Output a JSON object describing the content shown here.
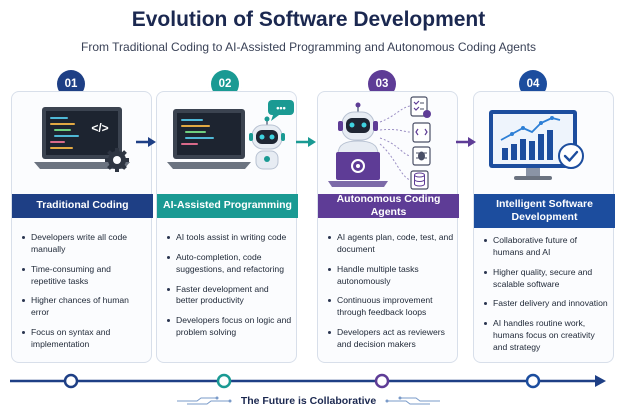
{
  "header": {
    "title": "Evolution of Software Development",
    "subtitle": "From Traditional Coding to AI-Assisted Programming and Autonomous Coding Agents"
  },
  "stages": [
    {
      "number": "01",
      "title": "Traditional Coding",
      "color": "#1e3f85",
      "bullets": [
        "Developers write all code manually",
        "Time-consuming and repetitive tasks",
        "Higher chances of human error",
        "Focus on syntax and implementation"
      ]
    },
    {
      "number": "02",
      "title": "AI-Assisted Programming",
      "color": "#1a9a93",
      "bullets": [
        "AI tools assist in writing code",
        "Auto-completion, code suggestions, and refactoring",
        "Faster development and better productivity",
        "Developers focus on logic and problem solving"
      ]
    },
    {
      "number": "03",
      "title": "Autonomous Coding Agents",
      "color": "#5e3c96",
      "bullets": [
        "AI agents plan, code, test, and document",
        "Handle multiple tasks autonomously",
        "Continuous improvement through feedback loops",
        "Developers act as reviewers and decision makers"
      ]
    },
    {
      "number": "04",
      "title": "Intelligent Software Development",
      "color": "#1c4d9e",
      "bullets": [
        "Collaborative future of humans and AI",
        "Higher quality, secure and scalable software",
        "Faster delivery and innovation",
        "AI handles routine work, humans focus on creativity and strategy"
      ]
    }
  ],
  "illustrations": {
    "code_tag": "</>",
    "robot_bubble": "•••"
  },
  "footer": {
    "text": "The Future is Collaborative"
  },
  "colors": {
    "title": "#1b2850",
    "timeline": "#1e3f85",
    "arrow_1": "#1e3f85",
    "arrow_2": "#1a9a93",
    "arrow_3": "#5e3c96"
  }
}
